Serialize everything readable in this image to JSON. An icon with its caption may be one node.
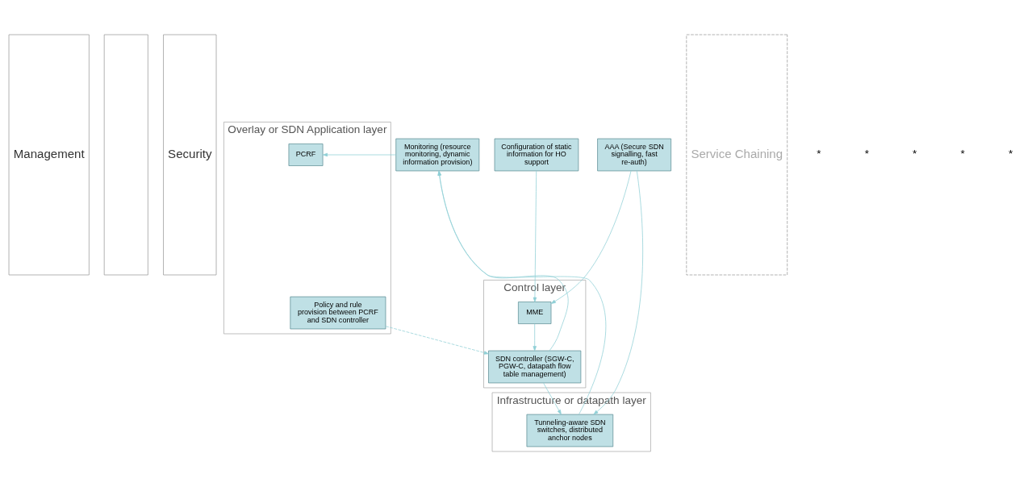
{
  "diagram": {
    "nodes": [
      {
        "text": [
          "Management"
        ]
      },
      {
        "text": [],
        "shape": "box"
      },
      {
        "text": [
          "Security"
        ]
      },
      {
        "text": [
          "Overlay or SDN Application layer"
        ]
      },
      {
        "text": [
          "Control layer"
        ]
      },
      {
        "text": [
          "Infrastructure or datapath layer"
        ]
      },
      {
        "text": [
          "Service Chaining"
        ]
      },
      {
        "text": [
          "AAA (Secure SDN signalling, fast re-auth)"
        ]
      },
      {
        "text": [
          "PCRF"
        ],
        "in": 3
      },
      {
        "text": [
          "Policy and rule provision between PCRF and SDN controller"
        ],
        "in": 3
      },
      {
        "text": [
          "Monitoring (resource monitoring, dynamic information provision)"
        ]
      },
      {
        "text": [
          "MME"
        ],
        "in": 4
      },
      {
        "text": [
          "SDN controller (SGW-C, PGW-C, datapath flow table management)"
        ],
        "in": 4
      },
      {
        "text": [
          "Configuration of static information for HO support"
        ]
      },
      {
        "text": [
          "Tunneling-aware SDN switches, distributed anchor nodes"
        ],
        "in": 5
      }
    ],
    "edges": [
      {
        "from": 7,
        "to": 11,
        "arrow": "to"
      },
      {
        "from": 7,
        "to": 14,
        "arrow": "to"
      },
      {
        "from": 10,
        "to": 8,
        "arrow": "to"
      },
      {
        "from": 9,
        "to": 12,
        "arrow": "to",
        "style": "dashed"
      },
      {
        "from": 11,
        "to": 12,
        "arrow": "to"
      },
      {
        "from": 12,
        "to": 10,
        "arrow": "to"
      },
      {
        "from": 14,
        "to": 10,
        "arrow": "to"
      },
      {
        "from": 13,
        "to": 11,
        "arrow": "to"
      },
      {
        "from": 12,
        "to": 14,
        "arrow": "to"
      }
    ],
    "labels": [
      "*",
      "*",
      "*",
      "*",
      "*"
    ]
  }
}
